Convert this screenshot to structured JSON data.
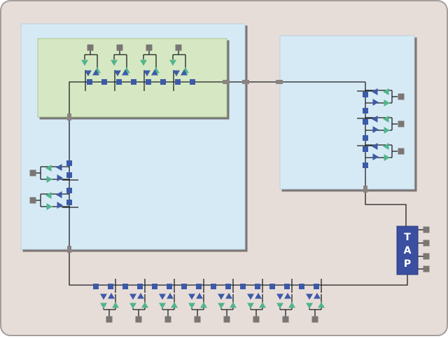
{
  "tap": {
    "letters": [
      "T",
      "A",
      "P"
    ]
  },
  "colors": {
    "canvas": "#e6ddd9",
    "canvas_border": "#a39d9a",
    "region": "#d6eaf6",
    "inner_region": "#d5e8c3",
    "wire": "#1e1e1e",
    "cell": "#3d5aa8",
    "segment_marker": "#8a8380",
    "pin": "#7a7674",
    "buffer": "#50b58c",
    "tap_block": "#3a4fa0",
    "tap_text": "#ffffff"
  },
  "icons": {
    "pin": "square-pin-icon",
    "scan_cell": "scan-cell-icon",
    "buffer": "triangle-buffer-icon",
    "segment_marker": "segment-marker-icon"
  }
}
